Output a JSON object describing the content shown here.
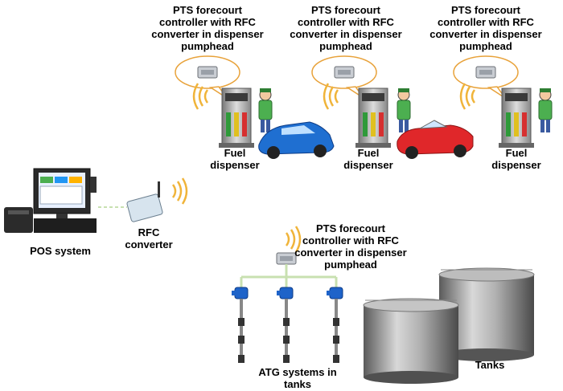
{
  "labels": {
    "pts_1": [
      "PTS forecourt",
      "controller with RFC",
      "converter in dispenser",
      "pumphead"
    ],
    "pts_2": [
      "PTS forecourt",
      "controller with RFC",
      "converter in dispenser",
      "pumphead"
    ],
    "pts_3": [
      "PTS forecourt",
      "controller with RFC",
      "converter in dispenser",
      "pumphead"
    ],
    "pts_4": [
      "PTS forecourt",
      "controller with RFC",
      "converter in dispenser",
      "pumphead"
    ],
    "fuel_1": [
      "Fuel",
      "dispenser"
    ],
    "fuel_2": [
      "Fuel",
      "dispenser"
    ],
    "fuel_3": [
      "Fuel",
      "dispenser"
    ],
    "pos": "POS system",
    "rfc": [
      "RFC",
      "converter"
    ],
    "atg": [
      "ATG systems in",
      "tanks"
    ],
    "tanks": "Tanks"
  },
  "colors": {
    "callout_stroke": "#e8a23a",
    "wave": "#f0b43a",
    "car_blue": "#1f6fd1",
    "car_red": "#e0272a",
    "pipe": "#c8e0b0",
    "sensor_head": "#1e63c9",
    "tank": "#9a9a9a"
  }
}
